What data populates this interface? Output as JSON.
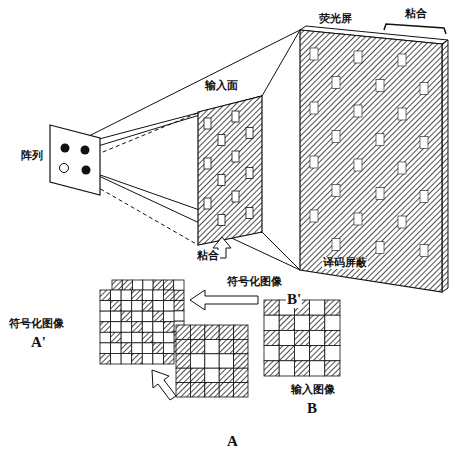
{
  "diagram": {
    "labels": [
      "荧光屏",
      "粘合",
      "输入面",
      "阵列",
      "粘合",
      "译码屏蔽",
      "符号化图像",
      "A'",
      "符号化图像",
      "B'",
      "输入图像",
      "B",
      "A"
    ]
  }
}
